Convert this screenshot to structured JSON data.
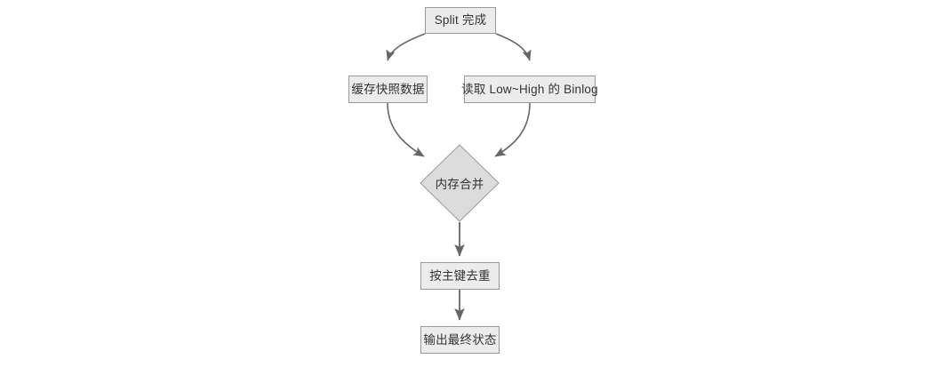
{
  "diagram": {
    "type": "flowchart",
    "direction": "top-to-bottom",
    "background_color": "#ffffff",
    "node_fill_color": "#ececec",
    "decision_fill_color": "#dcdcdc",
    "node_border_color": "#9a9a9a",
    "edge_color": "#666666",
    "text_color": "#333333",
    "nodes": {
      "start": {
        "label": "Split 完成",
        "shape": "rectangle"
      },
      "cache_snapshot": {
        "label": "缓存快照数据",
        "shape": "rectangle"
      },
      "read_binlog": {
        "label": "读取 Low~High 的 Binlog",
        "shape": "rectangle"
      },
      "merge": {
        "label": "内存合并",
        "shape": "diamond"
      },
      "dedupe": {
        "label": "按主键去重",
        "shape": "rectangle"
      },
      "output": {
        "label": "输出最终状态",
        "shape": "rectangle"
      }
    },
    "edges": [
      {
        "from": "start",
        "to": "cache_snapshot",
        "style": "curved",
        "arrow": true
      },
      {
        "from": "start",
        "to": "read_binlog",
        "style": "curved",
        "arrow": true
      },
      {
        "from": "cache_snapshot",
        "to": "merge",
        "style": "curved",
        "arrow": true
      },
      {
        "from": "read_binlog",
        "to": "merge",
        "style": "curved",
        "arrow": true
      },
      {
        "from": "merge",
        "to": "dedupe",
        "style": "straight",
        "arrow": true
      },
      {
        "from": "dedupe",
        "to": "output",
        "style": "straight",
        "arrow": true
      }
    ]
  }
}
